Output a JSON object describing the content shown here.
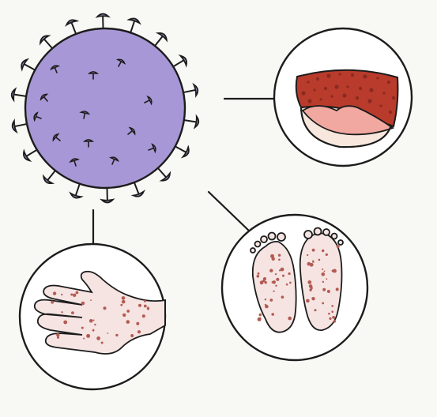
{
  "figure": {
    "background": "#f8f8f4",
    "palette": {
      "outline": "#1c1c1c",
      "virus_fill": "#a897d6",
      "spike_fill": "#a897d6",
      "circle_fill": "#ffffff",
      "mouth_inner_fill": "#f7e7dc",
      "mouth_lesion_fill": "#b93b2c",
      "mouth_spot_fill": "#8a2a20",
      "tongue_fill": "#f0a8a0",
      "skin_fill": "#f5e4e2",
      "rash_fill": "#b35b52"
    },
    "nodes": [
      {
        "id": "virus",
        "icon": "virus-icon"
      },
      {
        "id": "mouth",
        "icon": "mouth-sores-icon"
      },
      {
        "id": "feet",
        "icon": "feet-rash-icon"
      },
      {
        "id": "hand",
        "icon": "hand-rash-icon"
      }
    ],
    "connectors": [
      {
        "from": "virus",
        "to": "mouth"
      },
      {
        "from": "virus",
        "to": "feet"
      },
      {
        "from": "virus",
        "to": "hand"
      }
    ]
  }
}
